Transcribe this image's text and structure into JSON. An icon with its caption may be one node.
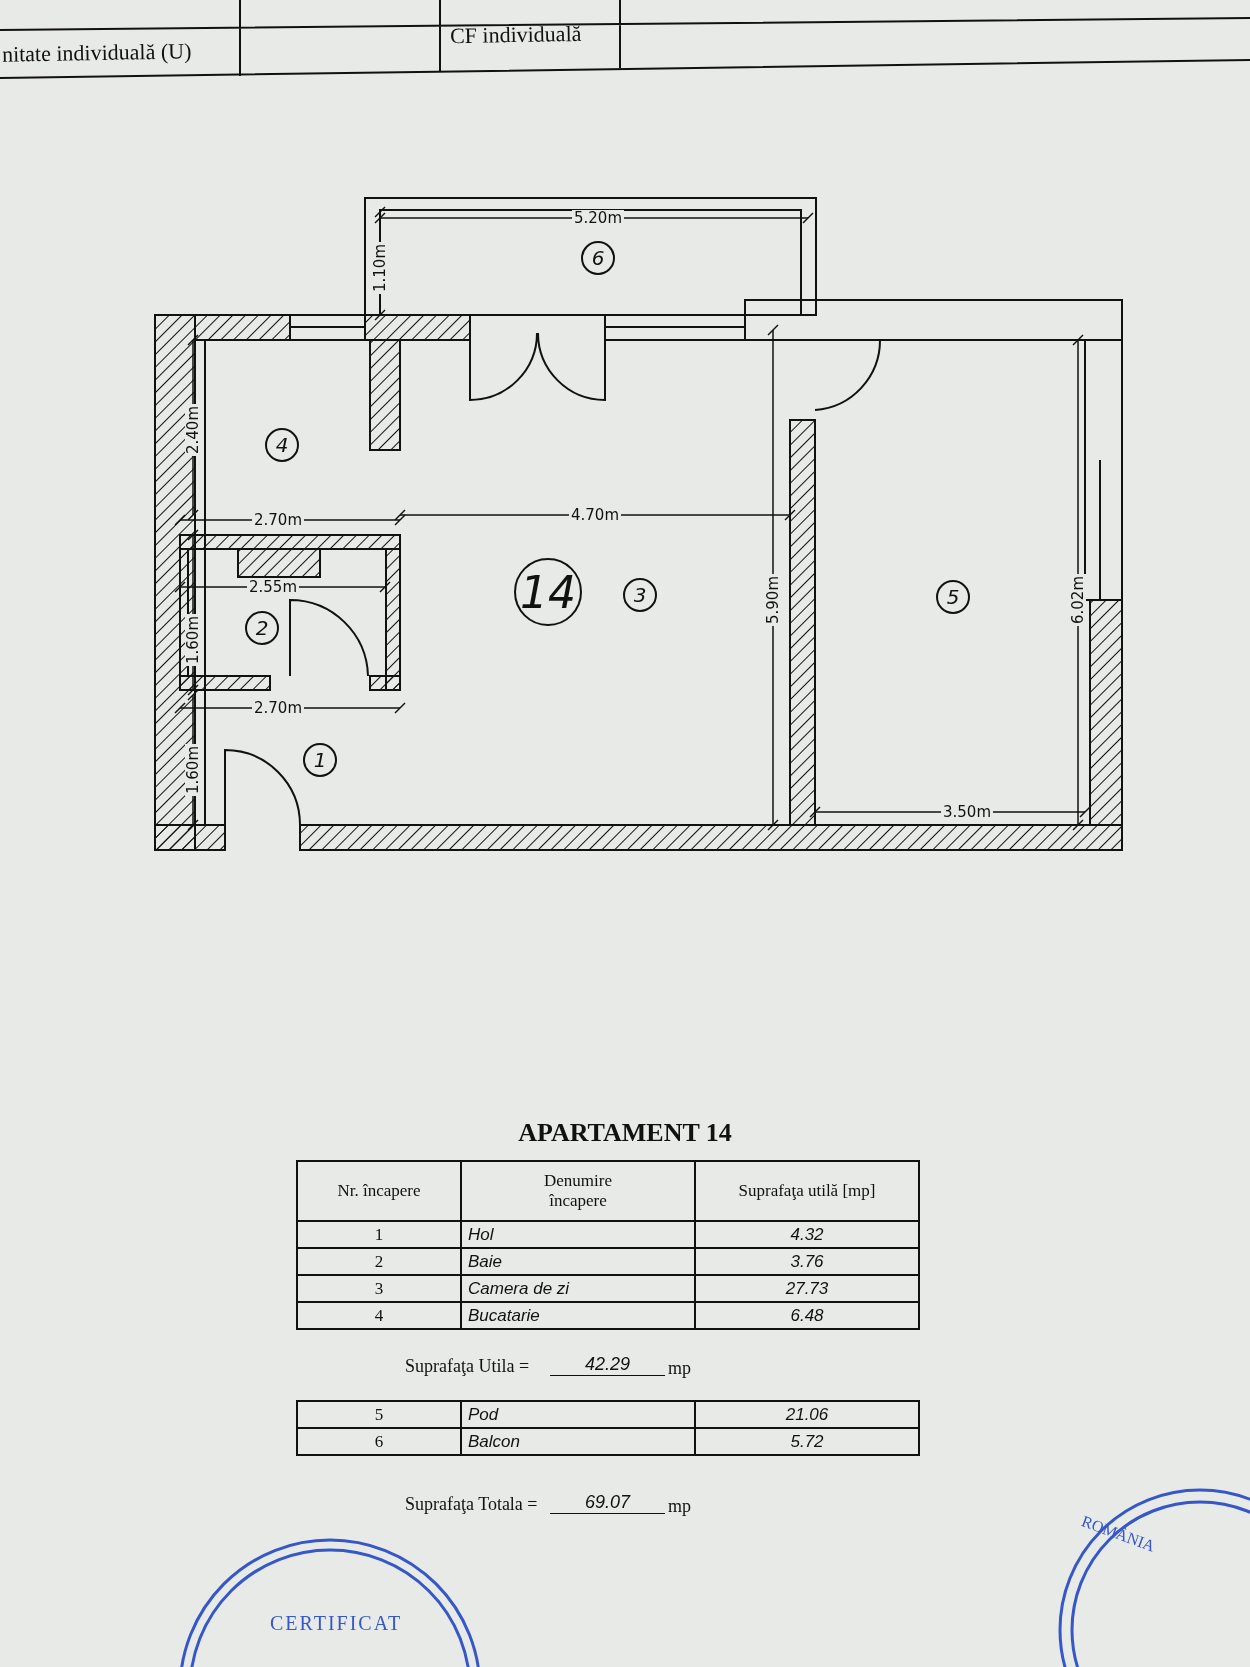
{
  "diagram": {
    "title": "APARTAMENT 14",
    "nodes": [
      {
        "text": [
          "6"
        ]
      },
      {
        "text": [
          "4"
        ]
      },
      {
        "text": [
          "14"
        ]
      },
      {
        "text": [
          "3"
        ]
      },
      {
        "text": [
          "2"
        ]
      },
      {
        "text": [
          "1"
        ]
      },
      {
        "text": [
          "5"
        ]
      }
    ],
    "edges": [],
    "labels": [
      "nitate individuală (U)",
      "CF individuală",
      "5.20m",
      "1.10m",
      "2.40m",
      "2.70m",
      "4.70m",
      "2.55m",
      "1.60m",
      "2.70m",
      "1.60m",
      "5.90m",
      "6.02m",
      "3.50m",
      "Nr. încapere",
      "Denumire încapere",
      "Suprafaţa utilă [mp]",
      "1",
      "Hol",
      "4.32",
      "2",
      "Baie",
      "3.76",
      "3",
      "Camera de zi",
      "27.73",
      "4",
      "Bucatarie",
      "6.48",
      "Suprafaţa Utila =",
      "42.29",
      "mp",
      "5",
      "Pod",
      "21.06",
      "6",
      "Balcon",
      "5.72",
      "Suprafaţa Totala =",
      "69.07",
      "mp",
      "CERTIFICAT",
      "ROMÂNIA"
    ]
  }
}
